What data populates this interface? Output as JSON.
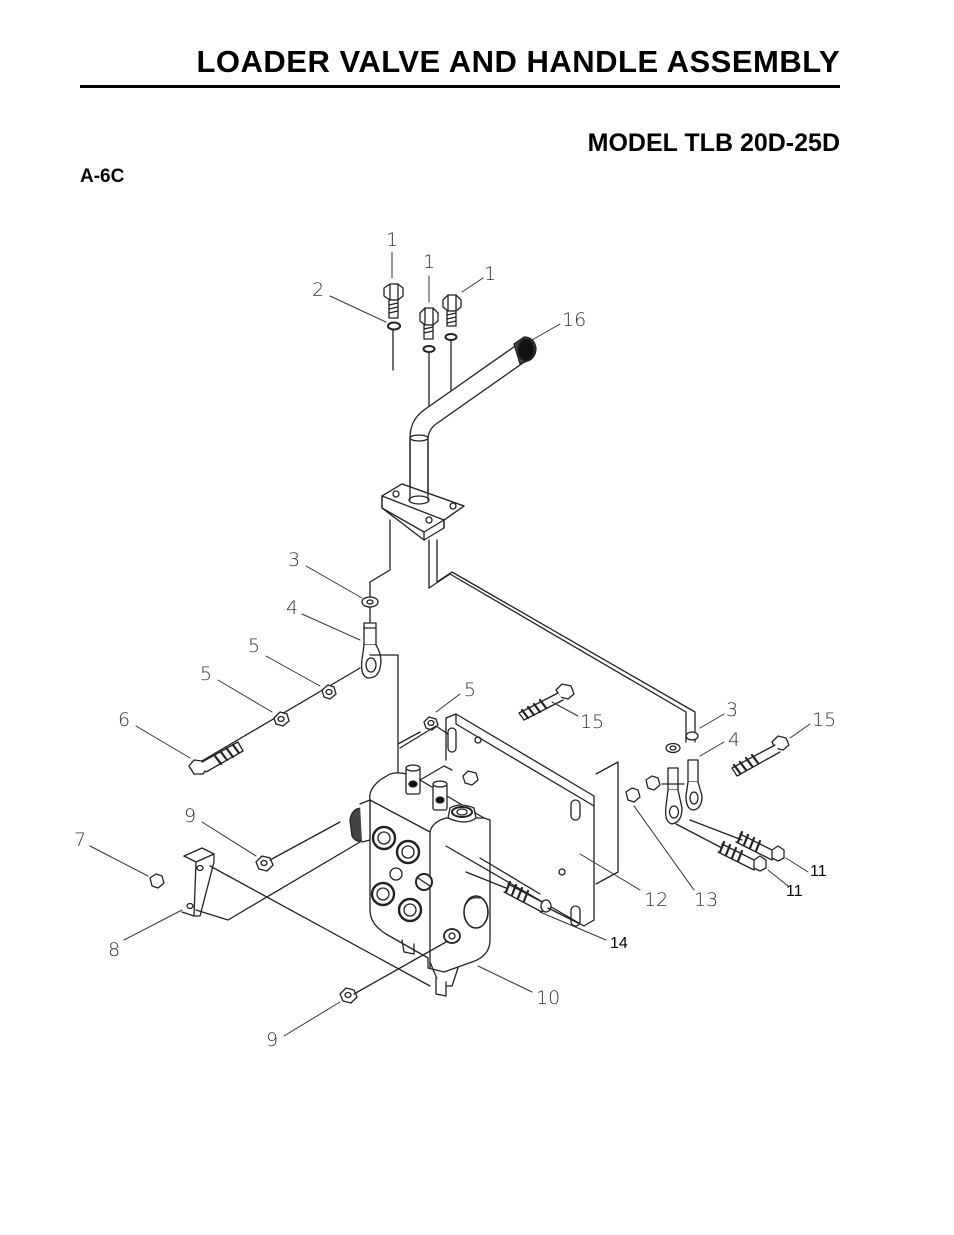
{
  "header": {
    "title": "LOADER VALVE AND HANDLE ASSEMBLY",
    "model": "MODEL TLB 20D-25D",
    "code": "A-6C"
  },
  "callouts": [
    {
      "id": "c1a",
      "text": "1"
    },
    {
      "id": "c1b",
      "text": "1"
    },
    {
      "id": "c1c",
      "text": "1"
    },
    {
      "id": "c2",
      "text": "2"
    },
    {
      "id": "c16",
      "text": "16"
    },
    {
      "id": "c3a",
      "text": "3"
    },
    {
      "id": "c4a",
      "text": "4"
    },
    {
      "id": "c5a",
      "text": "5"
    },
    {
      "id": "c5b",
      "text": "5"
    },
    {
      "id": "c5c",
      "text": "5"
    },
    {
      "id": "c6",
      "text": "6"
    },
    {
      "id": "c15a",
      "text": "15"
    },
    {
      "id": "c3b",
      "text": "3"
    },
    {
      "id": "c4b",
      "text": "4"
    },
    {
      "id": "c15b",
      "text": "15"
    },
    {
      "id": "c9a",
      "text": "9"
    },
    {
      "id": "c7",
      "text": "7"
    },
    {
      "id": "c8",
      "text": "8"
    },
    {
      "id": "c12",
      "text": "12"
    },
    {
      "id": "c13",
      "text": "13"
    },
    {
      "id": "c11a",
      "text": "11"
    },
    {
      "id": "c11b",
      "text": "11"
    },
    {
      "id": "c14",
      "text": "14"
    },
    {
      "id": "c10",
      "text": "10"
    },
    {
      "id": "c9b",
      "text": "9"
    }
  ]
}
